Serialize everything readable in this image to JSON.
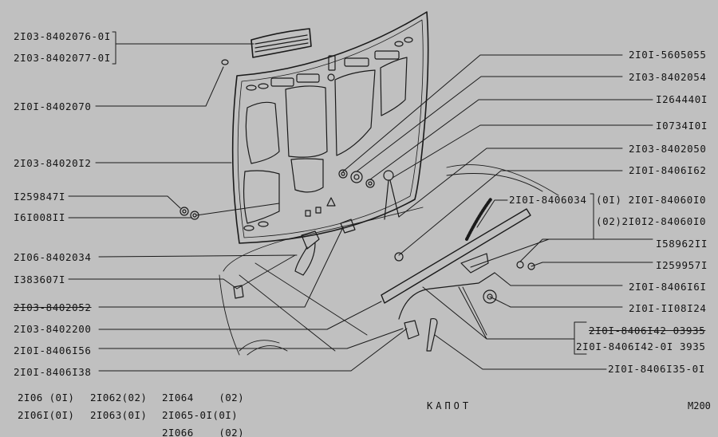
{
  "diagram": {
    "title": "КАПОТ",
    "sheet_code": "M200",
    "line_color": "#1a1a1a",
    "background": "#c0c0c0",
    "left_labels": [
      {
        "id": "vent-grille-a",
        "text": "2I03-8402076-0I"
      },
      {
        "id": "vent-grille-b",
        "text": "2I03-8402077-0I"
      },
      {
        "id": "plug",
        "text": "2I0I-8402070"
      },
      {
        "id": "hood-panel",
        "text": "2I03-84020I2"
      },
      {
        "id": "nut-a",
        "text": "I259847I"
      },
      {
        "id": "washer-a",
        "text": "I6I008II"
      },
      {
        "id": "hinge",
        "text": "2I06-8402034"
      },
      {
        "id": "bolt",
        "text": "I383607I"
      },
      {
        "id": "bracket-struck",
        "text": "2I03-8402052"
      },
      {
        "id": "prop-rod",
        "text": "2I03-8402200"
      },
      {
        "id": "cable-clip",
        "text": "2I0I-8406I56"
      },
      {
        "id": "lever-bracket",
        "text": "2I0I-8406I38"
      }
    ],
    "right_labels": [
      {
        "id": "hood-seal",
        "text": "2I0I-5605055"
      },
      {
        "id": "hook",
        "text": "2I03-8402054"
      },
      {
        "id": "washer-b",
        "text": "I264440I"
      },
      {
        "id": "washer-c",
        "text": "I0734I0I"
      },
      {
        "id": "hood-stay",
        "text": "2I03-8402050"
      },
      {
        "id": "latch-clip",
        "text": "2I0I-8406I62"
      },
      {
        "id": "spring",
        "text": "2I0I-8406034"
      },
      {
        "id": "lock-01",
        "text": "(0I) 2I0I-84060I0"
      },
      {
        "id": "lock-02",
        "text": "(02)2I0I2-84060I0"
      },
      {
        "id": "nut-b",
        "text": "I58962II"
      },
      {
        "id": "nut-c",
        "text": "I259957I"
      },
      {
        "id": "cable-end",
        "text": "2I0I-8406I6I"
      },
      {
        "id": "bumper",
        "text": "2I0I-II08I24"
      },
      {
        "id": "cable-struck",
        "text": "2I0I-8406I42 03935"
      },
      {
        "id": "cable-01",
        "text": "2I0I-8406I42-0I 3935"
      },
      {
        "id": "handle",
        "text": "2I0I-8406I35-0I"
      }
    ],
    "applicability": [
      [
        "2I06 (0I)",
        "2I062(02)",
        "2I064    (02)"
      ],
      [
        "2I06I(0I)",
        "2I063(0I)",
        "2I065-0I(0I)"
      ],
      [
        "",
        "",
        "2I066    (02)"
      ]
    ]
  }
}
